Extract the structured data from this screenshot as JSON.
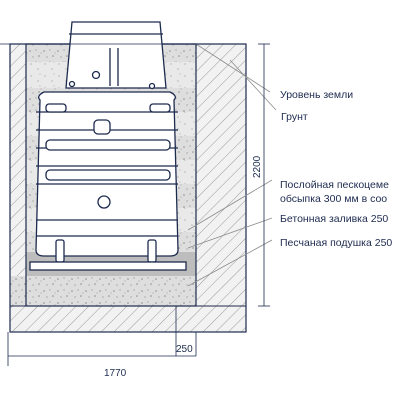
{
  "colors": {
    "ink": "#1d2b4f",
    "hatch_bg": "#f1f1f1",
    "sand": "#dcdcdc",
    "concrete": "#b9b9b9",
    "tank": "#ffffff"
  },
  "labels": {
    "ground_level": "Уровень земли",
    "soil": "Грунт",
    "backfill_line1": "Послойная пескоцеме",
    "backfill_line2": "обсыпка 300 мм в соо",
    "concrete_pour": "Бетонная заливка 250",
    "sand_cushion": "Песчаная подушка 250"
  },
  "dimensions": {
    "height": "2200",
    "bottom_offset": "250",
    "width": "1770"
  }
}
